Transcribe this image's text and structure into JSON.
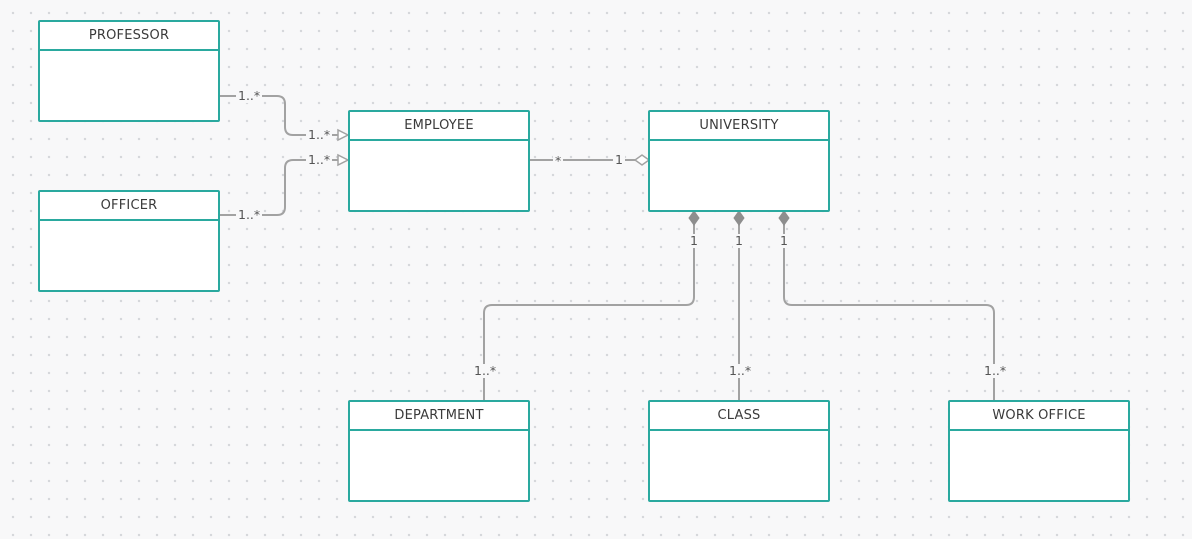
{
  "classes": {
    "professor": "PROFESSOR",
    "officer": "OFFICER",
    "employee": "EMPLOYEE",
    "university": "UNIVERSITY",
    "department": "DEPARTMENT",
    "class": "CLASS",
    "work_office": "WORK OFFICE"
  },
  "multiplicities": {
    "professor_end": "1..*",
    "professor_employee_end": "1..*",
    "officer_employee_end": "1..*",
    "officer_end": "1..*",
    "employee_end": "*",
    "university_end": "1",
    "dept_university_end": "1",
    "class_university_end": "1",
    "office_university_end": "1",
    "department_end": "1..*",
    "class_end": "1..*",
    "work_office_end": "1..*"
  },
  "colors": {
    "class_border": "#2aa99f",
    "connector": "#a2a2a2",
    "background": "#f8f8f9"
  }
}
